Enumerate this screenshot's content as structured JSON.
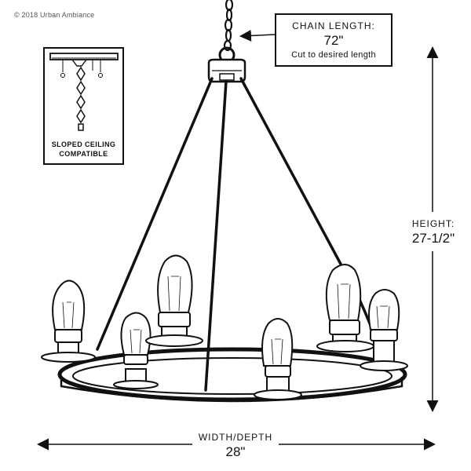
{
  "copyright": "© 2018 Urban Ambiance",
  "chain": {
    "label": "CHAIN LENGTH:",
    "value": "72\"",
    "note": "Cut to desired length"
  },
  "sloped_ceiling": {
    "line1": "SLOPED CEILING",
    "line2": "COMPATIBLE"
  },
  "height": {
    "label": "HEIGHT:",
    "value": "27-1/2\""
  },
  "width": {
    "label": "WIDTH/DEPTH",
    "value": "28\""
  },
  "colors": {
    "ink": "#111111",
    "background": "#ffffff"
  },
  "icons": [
    "chain-icon",
    "chandelier-illustration",
    "sloped-ceiling-mount-icon",
    "dimension-arrow-icon"
  ]
}
